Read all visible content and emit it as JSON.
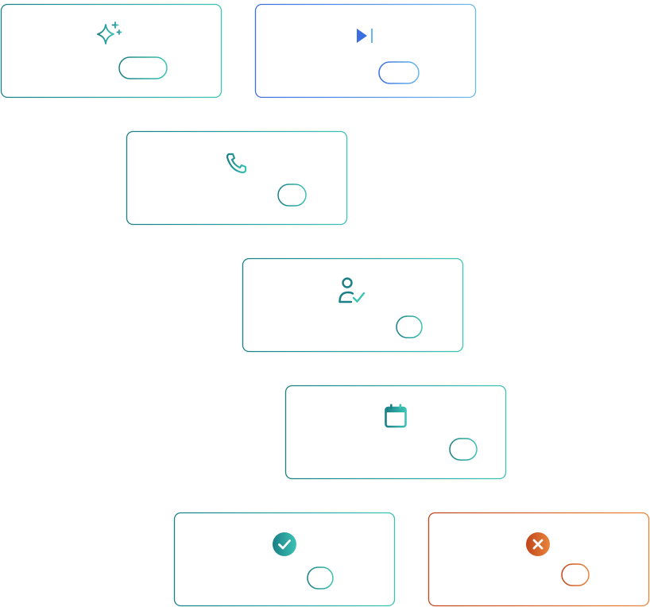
{
  "colors": {
    "teal_dark": "#1A7F86",
    "teal_light": "#3CC3B4",
    "blue_dark": "#3B6FE0",
    "blue_light": "#6AB8EA",
    "orange_dark": "#C0451A",
    "orange_light": "#E9853C"
  },
  "nodes": [
    {
      "id": "start",
      "icon": "sparkle-icon",
      "theme": "teal"
    },
    {
      "id": "skip",
      "icon": "skip-forward-icon",
      "theme": "blue"
    },
    {
      "id": "call",
      "icon": "phone-icon",
      "theme": "teal"
    },
    {
      "id": "qualify",
      "icon": "user-check-icon",
      "theme": "teal"
    },
    {
      "id": "schedule",
      "icon": "calendar-icon",
      "theme": "teal"
    },
    {
      "id": "success",
      "icon": "check-circle-icon",
      "theme": "teal"
    },
    {
      "id": "failure",
      "icon": "x-circle-icon",
      "theme": "orange"
    }
  ]
}
